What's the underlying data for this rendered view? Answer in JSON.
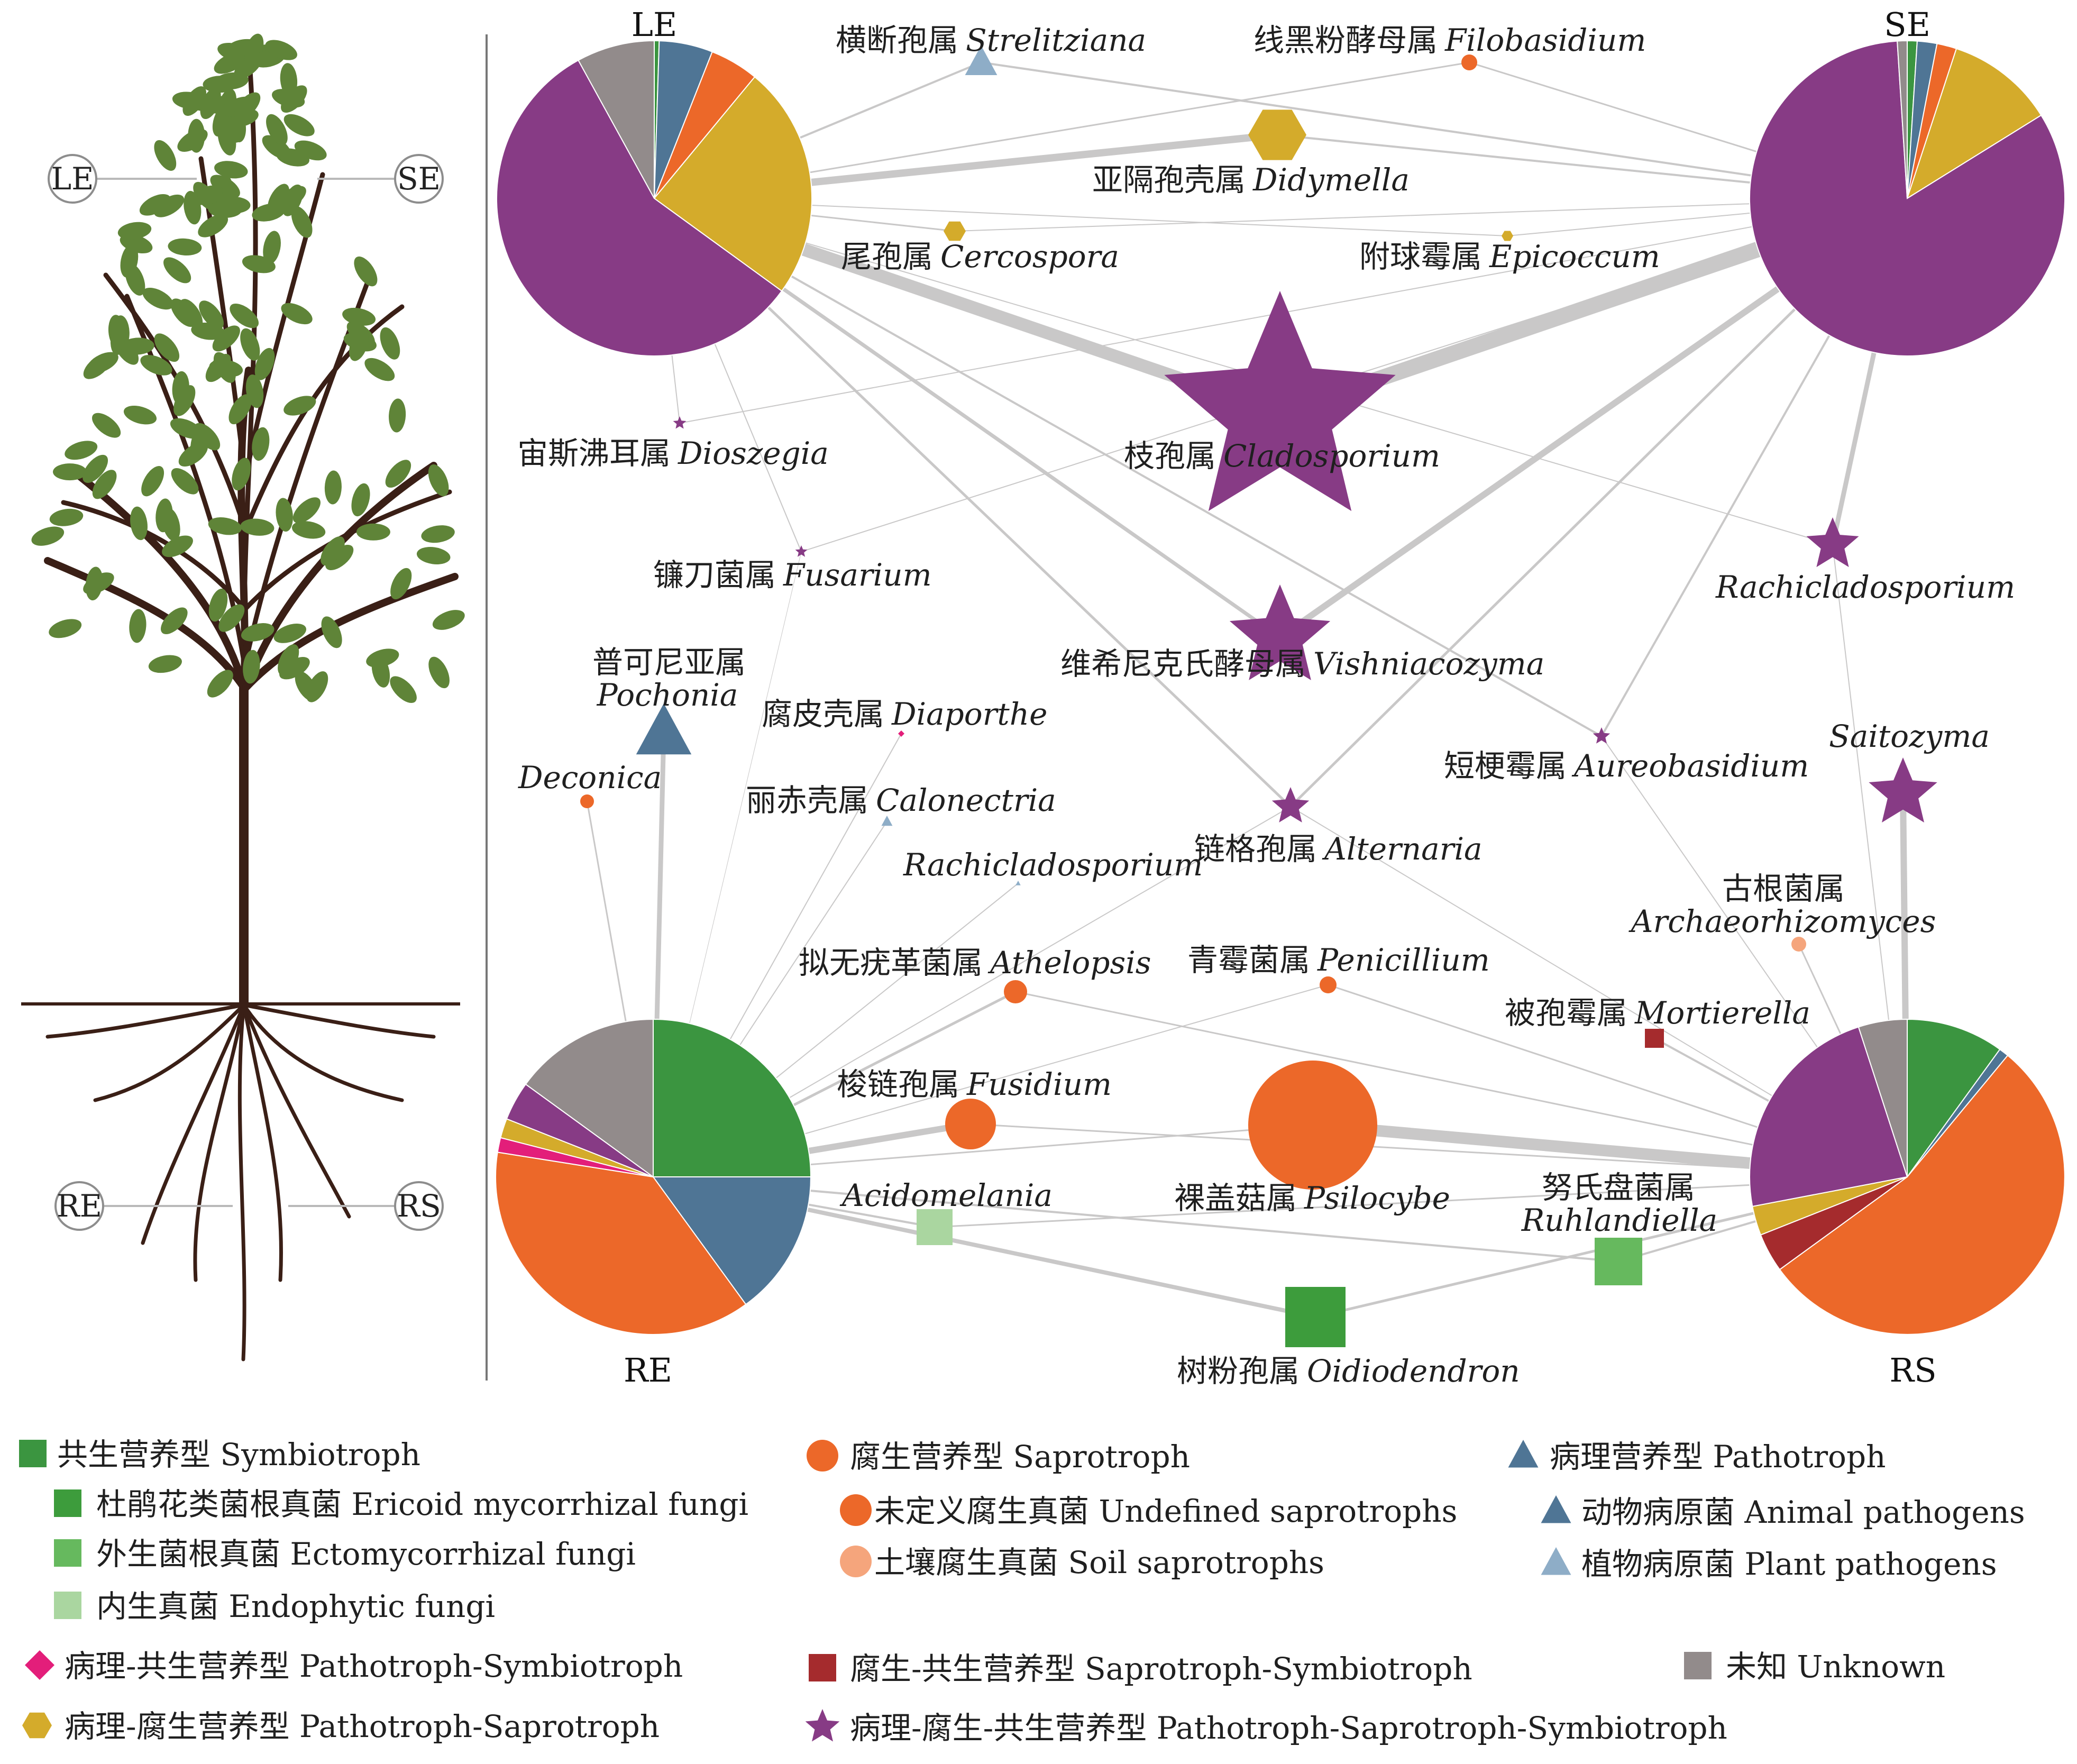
{
  "colors": {
    "symbiotroph": "#3b9540",
    "ericoid": "#3d9c3c",
    "ectomycorrhizal": "#66b95e",
    "endophytic": "#aad6a0",
    "saprotroph": "#ec6829",
    "undefined_saprotroph": "#ec6829",
    "soil_saprotroph": "#f5a57c",
    "pathotroph": "#4f7595",
    "animal_pathogen": "#4f7595",
    "plant_pathogen": "#8eadc7",
    "patho_symbio": "#e31e7a",
    "sapro_symbio": "#a52b2d",
    "patho_sapro": "#d4ab2b",
    "patho_sapro_symbio": "#873b85",
    "unknown": "#928b8b",
    "edge": "#c9c8c8",
    "tree_leaf": "#5f8438",
    "tree_trunk": "#3a1f16"
  },
  "tree_labels": {
    "le": "LE",
    "se": "SE",
    "re": "RE",
    "rs": "RS"
  },
  "nodes": {
    "le": {
      "label": "LE",
      "slices": [
        {
          "cls": "symbiotroph",
          "value": 0.5
        },
        {
          "cls": "pathotroph",
          "value": 5.5
        },
        {
          "cls": "saprotroph",
          "value": 5
        },
        {
          "cls": "patho_sapro",
          "value": 24
        },
        {
          "cls": "patho_sapro_symbio",
          "value": 57
        },
        {
          "cls": "unknown",
          "value": 8
        }
      ]
    },
    "se": {
      "label": "SE",
      "slices": [
        {
          "cls": "symbiotroph",
          "value": 1
        },
        {
          "cls": "pathotroph",
          "value": 2
        },
        {
          "cls": "saprotroph",
          "value": 2
        },
        {
          "cls": "patho_sapro",
          "value": 11
        },
        {
          "cls": "patho_sapro_symbio",
          "value": 82
        },
        {
          "cls": "unknown",
          "value": 1
        }
      ]
    },
    "re": {
      "label": "RE",
      "slices": [
        {
          "cls": "symbiotroph",
          "value": 25
        },
        {
          "cls": "pathotroph",
          "value": 15
        },
        {
          "cls": "saprotroph",
          "value": 37.5
        },
        {
          "cls": "patho_symbio",
          "value": 1.5
        },
        {
          "cls": "patho_sapro",
          "value": 2
        },
        {
          "cls": "patho_sapro_symbio",
          "value": 4
        },
        {
          "cls": "unknown",
          "value": 15
        }
      ]
    },
    "rs": {
      "label": "RS",
      "slices": [
        {
          "cls": "symbiotroph",
          "value": 10
        },
        {
          "cls": "pathotroph",
          "value": 1
        },
        {
          "cls": "saprotroph",
          "value": 54
        },
        {
          "cls": "sapro_symbio",
          "value": 4
        },
        {
          "cls": "patho_sapro",
          "value": 3
        },
        {
          "cls": "patho_sapro_symbio",
          "value": 23
        },
        {
          "cls": "unknown",
          "value": 5
        }
      ]
    }
  },
  "genera": [
    {
      "id": "strelitziana",
      "zh": "横断孢属",
      "latin": "Strelitziana",
      "shape": "triangle",
      "color": "plant_pathogen"
    },
    {
      "id": "filobasidium",
      "zh": "线黑粉酵母属",
      "latin": "Filobasidium",
      "shape": "circle",
      "color": "undefined_saprotroph"
    },
    {
      "id": "didymella",
      "zh": "亚隔孢壳属",
      "latin": "Didymella",
      "shape": "hexagon",
      "color": "patho_sapro"
    },
    {
      "id": "cercospora",
      "zh": "尾孢属",
      "latin": "Cercospora",
      "shape": "hexagon",
      "color": "patho_sapro"
    },
    {
      "id": "epicoccum",
      "zh": "附球霉属",
      "latin": "Epicoccum",
      "shape": "hexagon",
      "color": "patho_sapro"
    },
    {
      "id": "dioszegia",
      "zh": "宙斯沸耳属",
      "latin": "Dioszegia",
      "shape": "star",
      "color": "patho_sapro_symbio"
    },
    {
      "id": "cladosporium",
      "zh": "枝孢属",
      "latin": "Cladosporium",
      "shape": "star",
      "color": "patho_sapro_symbio"
    },
    {
      "id": "fusarium",
      "zh": "镰刀菌属",
      "latin": "Fusarium",
      "shape": "star",
      "color": "patho_sapro_symbio"
    },
    {
      "id": "rachicladosporium_top",
      "zh": "",
      "latin": "Rachicladosporium",
      "shape": "star",
      "color": "patho_sapro_symbio"
    },
    {
      "id": "pochonia",
      "zh": "普可尼亚属",
      "latin": "Pochonia",
      "shape": "triangle",
      "color": "animal_pathogen"
    },
    {
      "id": "vishniacozyma",
      "zh": "维希尼克氏酵母属",
      "latin": "Vishniacozyma",
      "shape": "star",
      "color": "patho_sapro_symbio"
    },
    {
      "id": "diaporthe",
      "zh": "腐皮壳属",
      "latin": "Diaporthe",
      "shape": "diamond",
      "color": "patho_symbio"
    },
    {
      "id": "saitozyma",
      "zh": "",
      "latin": "Saitozyma",
      "shape": "star",
      "color": "patho_sapro_symbio"
    },
    {
      "id": "deconica",
      "zh": "",
      "latin": "Deconica",
      "shape": "circle",
      "color": "undefined_saprotroph"
    },
    {
      "id": "aureobasidium",
      "zh": "短梗霉属",
      "latin": "Aureobasidium",
      "shape": "star",
      "color": "patho_sapro_symbio"
    },
    {
      "id": "calonectria",
      "zh": "丽赤壳属",
      "latin": "Calonectria",
      "shape": "triangle",
      "color": "plant_pathogen"
    },
    {
      "id": "alternaria",
      "zh": "链格孢属",
      "latin": "Alternaria",
      "shape": "star",
      "color": "patho_sapro_symbio"
    },
    {
      "id": "rachicladosporium_mid",
      "zh": "",
      "latin": "Rachicladosporium",
      "shape": "triangle",
      "color": "plant_pathogen"
    },
    {
      "id": "archaeorhizomyces",
      "zh": "古根菌属",
      "latin": "Archaeorhizomyces",
      "shape": "circle",
      "color": "soil_saprotroph"
    },
    {
      "id": "athelopsis",
      "zh": "拟无疣革菌属",
      "latin": "Athelopsis",
      "shape": "circle",
      "color": "undefined_saprotroph"
    },
    {
      "id": "penicillium",
      "zh": "青霉菌属",
      "latin": "Penicillium",
      "shape": "circle",
      "color": "undefined_saprotroph"
    },
    {
      "id": "mortierella",
      "zh": "被孢霉属",
      "latin": "Mortierella",
      "shape": "square",
      "color": "sapro_symbio"
    },
    {
      "id": "fusidium",
      "zh": "梭链孢属",
      "latin": "Fusidium",
      "shape": "circle",
      "color": "undefined_saprotroph"
    },
    {
      "id": "psilocybe",
      "zh": "裸盖菇属",
      "latin": "Psilocybe",
      "shape": "circle",
      "color": "undefined_saprotroph"
    },
    {
      "id": "acidomelania",
      "zh": "",
      "latin": "Acidomelania",
      "shape": "square",
      "color": "endophytic"
    },
    {
      "id": "ruhlandiella",
      "zh": "努氏盘菌属",
      "latin": "Ruhlandiella",
      "shape": "square",
      "color": "ectomycorrhizal"
    },
    {
      "id": "oidiodendron",
      "zh": "树粉孢属",
      "latin": "Oidiodendron",
      "shape": "square",
      "color": "ericoid"
    }
  ],
  "legend": [
    {
      "text": "共生营养型 Symbiotroph",
      "shape": "square",
      "color": "symbiotroph"
    },
    {
      "text": "杜鹃花类菌根真菌 Ericoid mycorrhizal fungi",
      "shape": "square",
      "color": "ericoid"
    },
    {
      "text": "外生菌根真菌 Ectomycorrhizal fungi",
      "shape": "square",
      "color": "ectomycorrhizal"
    },
    {
      "text": "内生真菌 Endophytic fungi",
      "shape": "square",
      "color": "endophytic"
    },
    {
      "text": "病理-共生营养型 Pathotroph-Symbiotroph",
      "shape": "diamond",
      "color": "patho_symbio"
    },
    {
      "text": "病理-腐生营养型 Pathotroph-Saprotroph",
      "shape": "hexagon",
      "color": "patho_sapro"
    },
    {
      "text": "腐生营养型 Saprotroph",
      "shape": "circle",
      "color": "saprotroph"
    },
    {
      "text": "未定义腐生真菌 Undefined saprotrophs",
      "shape": "circle",
      "color": "undefined_saprotroph"
    },
    {
      "text": "土壤腐生真菌 Soil saprotrophs",
      "shape": "circle",
      "color": "soil_saprotroph"
    },
    {
      "text": "腐生-共生营养型 Saprotroph-Symbiotroph",
      "shape": "square",
      "color": "sapro_symbio"
    },
    {
      "text": "病理-腐生-共生营养型 Pathotroph-Saprotroph-Symbiotroph",
      "shape": "star",
      "color": "patho_sapro_symbio"
    },
    {
      "text": "病理营养型 Pathotroph",
      "shape": "triangle",
      "color": "pathotroph"
    },
    {
      "text": "动物病原菌 Animal pathogens",
      "shape": "triangle",
      "color": "animal_pathogen"
    },
    {
      "text": "植物病原菌 Plant pathogens",
      "shape": "triangle",
      "color": "plant_pathogen"
    },
    {
      "text": "未知 Unknown",
      "shape": "square",
      "color": "unknown"
    }
  ]
}
